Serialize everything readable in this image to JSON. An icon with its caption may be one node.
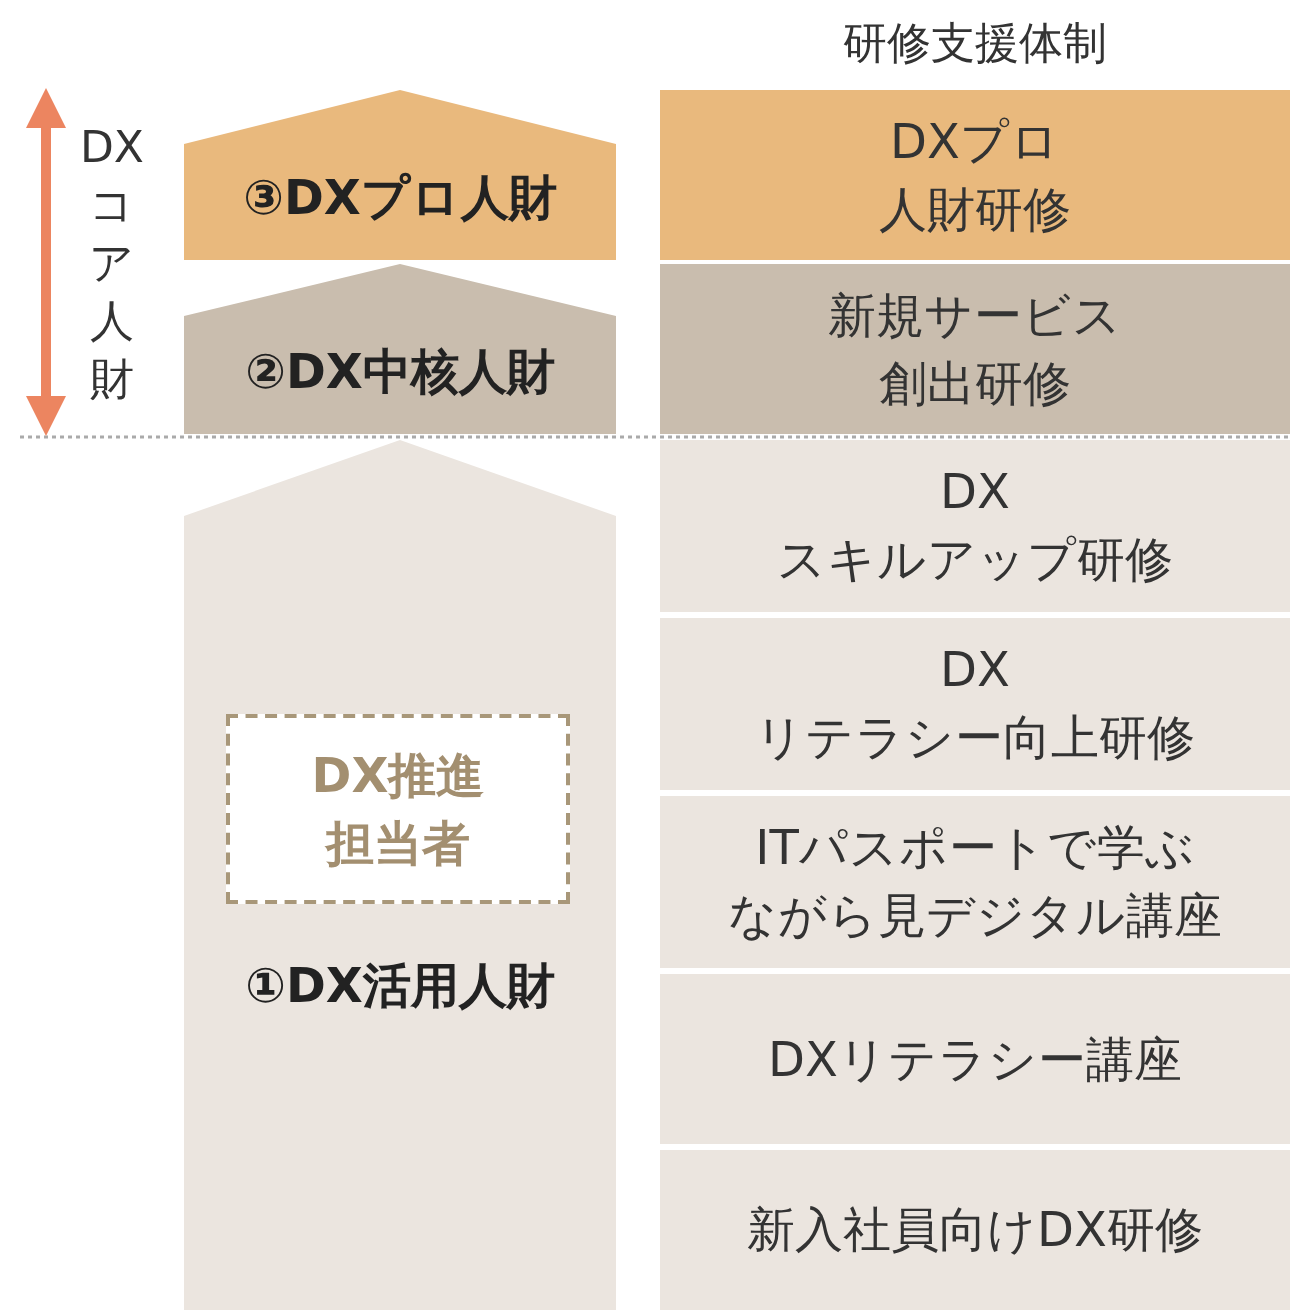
{
  "diagram": {
    "nodes": [
      {
        "text": [
          "③DXプロ人財"
        ]
      },
      {
        "text": [
          "②DX中核人財"
        ]
      },
      {
        "text": [
          "①DX活用人財"
        ]
      },
      {
        "text": [
          "DX推進担当者"
        ],
        "in": 2
      },
      {
        "text": [
          "DXプロ人財研修"
        ]
      },
      {
        "text": [
          "新規サービス創出研修"
        ]
      },
      {
        "text": [
          "DXスキルアップ研修"
        ]
      },
      {
        "text": [
          "DXリテラシー向上研修"
        ]
      },
      {
        "text": [
          "ITパスポートで学ぶながら見デジタル講座"
        ]
      },
      {
        "text": [
          "DXリテラシー講座"
        ]
      },
      {
        "text": [
          "新入社員向けDX研修"
        ]
      }
    ],
    "labels": [
      "研修支援体制",
      "DXコア人財"
    ]
  }
}
